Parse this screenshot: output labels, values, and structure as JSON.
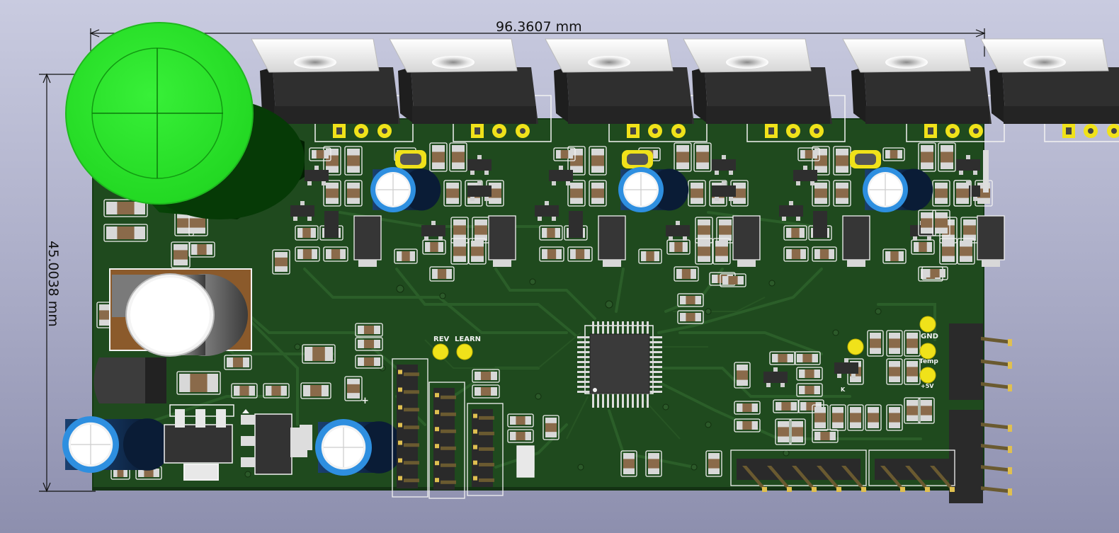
{
  "dimensions": {
    "width_label": "96.3607 mm",
    "height_label": "45.0038 mm"
  },
  "silkscreen": {
    "rev": "REV",
    "learn": "LEARN",
    "gnd": "GND",
    "temp": "Temp",
    "plus5v": "+5V",
    "polarity": "+",
    "k_mark": "K"
  },
  "colors": {
    "background_top": "#c9cbe0",
    "background_bottom": "#8d8fae",
    "soldermask": "#1f4a1e",
    "copper_trace": "#2a5c28",
    "silkscreen": "#f2f2f2",
    "pad_gold": "#f0e21a",
    "electrolytic_blue": "#2e8fe0",
    "inductor_green": "#2ee82e",
    "mosfet_body": "#2f2f2f",
    "mosfet_tab": "#f4f4f4"
  }
}
